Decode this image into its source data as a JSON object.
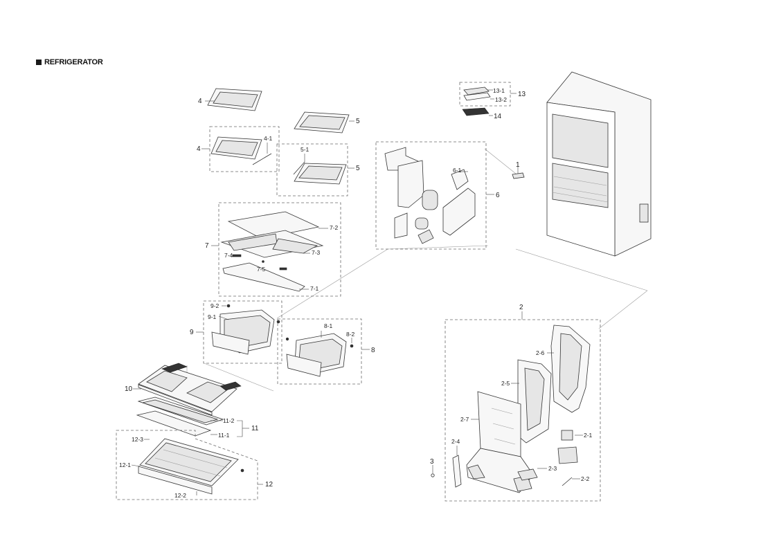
{
  "heading": "REFRIGERATOR",
  "labels": {
    "p4a": "4",
    "p4b": "4",
    "p4_1": "4-1",
    "p5a": "5",
    "p5b": "5",
    "p5_1": "5-1",
    "p6": "6",
    "p6_1": "6-1",
    "p7": "7",
    "p7_1": "7-1",
    "p7_2": "7-2",
    "p7_3": "7-3",
    "p7_4": "7-4",
    "p7_5": "7-5",
    "p8": "8",
    "p8_1": "8-1",
    "p8_2": "8-2",
    "p9": "9",
    "p9_1": "9-1",
    "p9_2": "9-2",
    "p10": "10",
    "p11": "11",
    "p11_1": "11-1",
    "p11_2": "11-2",
    "p12": "12",
    "p12_1": "12-1",
    "p12_2": "12-2",
    "p12_3": "12-3",
    "p13": "13",
    "p13_1": "13-1",
    "p13_2": "13-2",
    "p14": "14",
    "p1": "1",
    "p2": "2",
    "p2_1": "2-1",
    "p2_2": "2-2",
    "p2_3": "2-3",
    "p2_4": "2-4",
    "p2_5": "2-5",
    "p2_6": "2-6",
    "p2_7": "2-7",
    "p3": "3"
  }
}
